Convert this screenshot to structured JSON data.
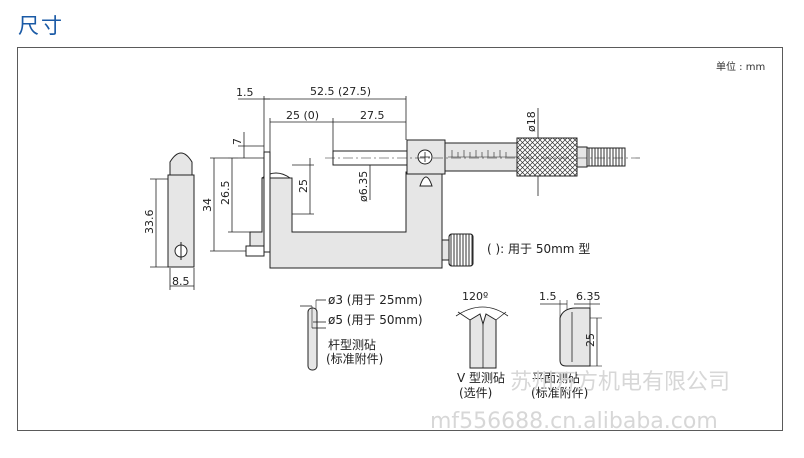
{
  "heading": "尺寸",
  "unit_label": "单位 : mm",
  "dimensions": {
    "d_1_5_top": "1.5",
    "d_52_5": "52.5 (27.5)",
    "d_25_0": "25 (0)",
    "d_27_5": "27.5",
    "d_18": "ø18",
    "d_7": "7",
    "d_26_5": "26.5",
    "d_25_vert": "25",
    "d_6_35": "ø6.35",
    "d_34": "34",
    "d_33_6": "33.6",
    "d_8_5": "8.5",
    "d_120": "120º",
    "d_1_5_right": "1.5",
    "d_6_35_right": "6.35",
    "d_25_right": "25"
  },
  "notes": {
    "paren_note": "( ): 用于 50mm 型",
    "rod_d3": "ø3 (用于 25mm)",
    "rod_d5": "ø5 (用于 50mm)",
    "rod_name": "杆型测砧",
    "rod_sub": "(标准附件)",
    "v_name": "V 型测砧",
    "v_sub": "(选件)",
    "flat_name": "平面测砧",
    "flat_sub": "(标准附件)"
  },
  "watermark": {
    "company": "苏州万方机电有限公司",
    "site": "mf556688.cn.alibaba.com"
  },
  "colors": {
    "heading": "#1a5aa6",
    "line": "#222222",
    "fill": "#e6e6e6",
    "watermark": "#d7d7d7"
  }
}
